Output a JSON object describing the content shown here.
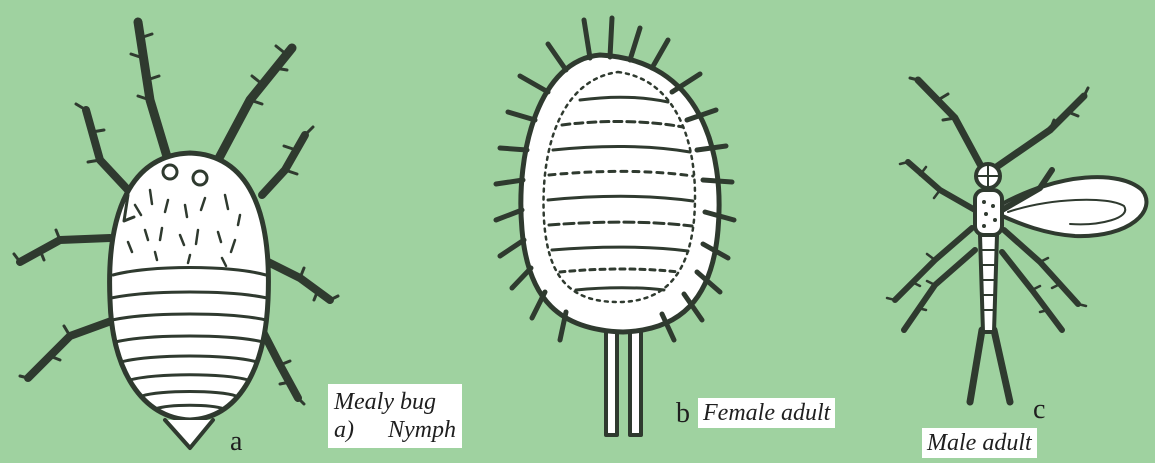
{
  "figure": {
    "panel_a": {
      "letter": "a",
      "caption_line1": "Mealy bug",
      "caption_line2": "a)  Nymph"
    },
    "panel_b": {
      "letter": "b",
      "caption": "Female adult"
    },
    "panel_c": {
      "letter": "c",
      "caption": "Male adult"
    }
  },
  "colors": {
    "background": "#9fd2a0",
    "ink": "#2f3a2f",
    "body_fill": "#ffffff",
    "label_box": "#ffffff"
  }
}
